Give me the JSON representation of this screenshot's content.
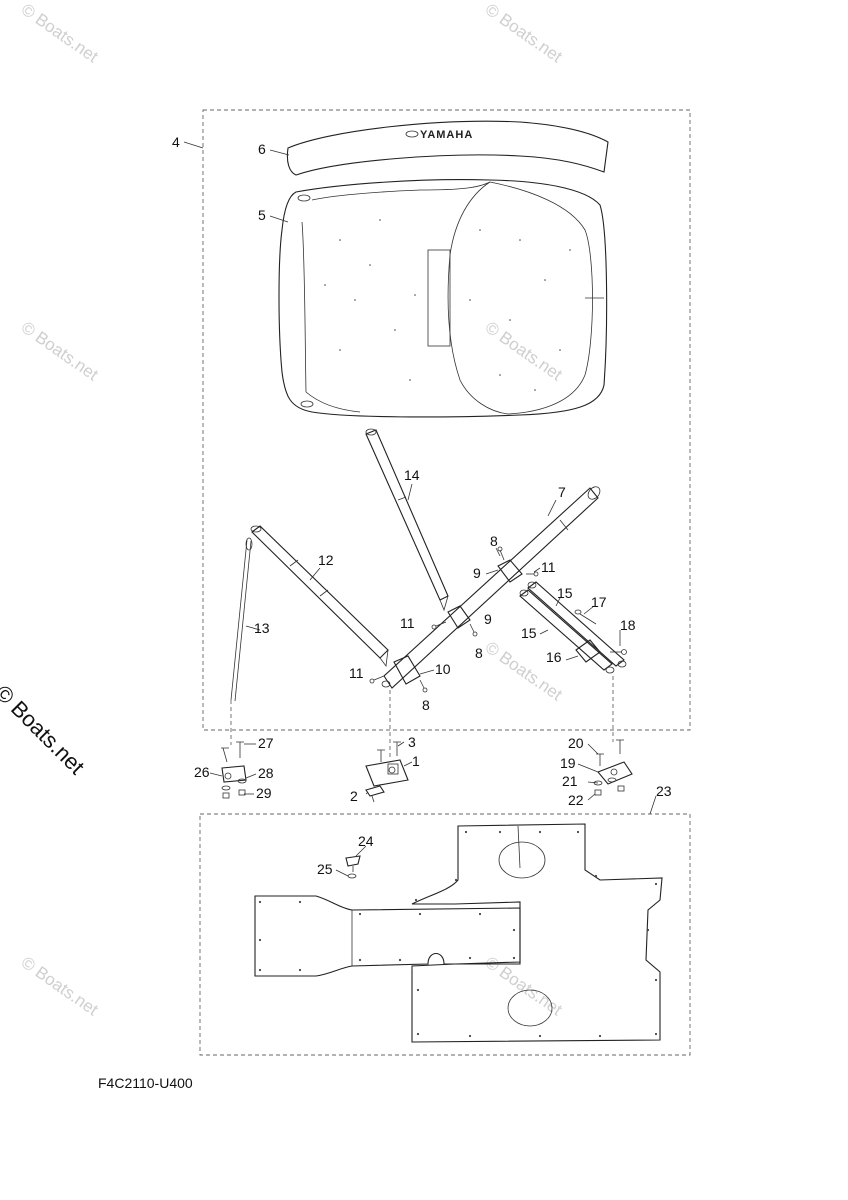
{
  "watermark": "© Boats.net",
  "brand_mark": "YAMAHA",
  "diagram_code": "F4C2110-U400",
  "callouts": {
    "c1": "1",
    "c2": "2",
    "c3": "3",
    "c4": "4",
    "c5": "5",
    "c6": "6",
    "c7": "7",
    "c8a": "8",
    "c8b": "8",
    "c8c": "8",
    "c9a": "9",
    "c9b": "9",
    "c10": "10",
    "c11a": "11",
    "c11b": "11",
    "c11c": "11",
    "c12": "12",
    "c13": "13",
    "c14": "14",
    "c15a": "15",
    "c15b": "15",
    "c16": "16",
    "c17": "17",
    "c18": "18",
    "c19": "19",
    "c20": "20",
    "c21": "21",
    "c22": "22",
    "c23": "23",
    "c24": "24",
    "c25": "25",
    "c26": "26",
    "c27": "27",
    "c28": "28",
    "c29": "29"
  }
}
